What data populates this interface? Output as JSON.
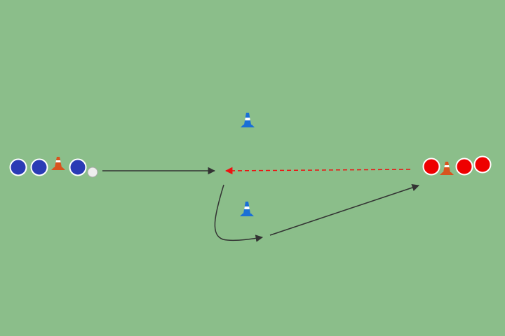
{
  "diagram": {
    "background_color": "#8bbe8a",
    "players": [
      {
        "team": "blue",
        "color": "#2a3bb5"
      },
      {
        "team": "blue",
        "color": "#2a3bb5"
      },
      {
        "team": "blue",
        "color": "#2a3bb5"
      },
      {
        "team": "red",
        "color": "#ee0000"
      },
      {
        "team": "red",
        "color": "#ee0000"
      },
      {
        "team": "red",
        "color": "#ee0000"
      }
    ],
    "ball": {
      "color": "#eeeeee"
    },
    "cones": [
      {
        "color": "orange",
        "fill": "#d9531e"
      },
      {
        "color": "orange",
        "fill": "#d9531e"
      },
      {
        "color": "blue",
        "fill": "#1a6fd6"
      },
      {
        "color": "blue",
        "fill": "#1a6fd6"
      }
    ],
    "movements": [
      {
        "type": "pass",
        "style": "solid",
        "color": "#333333"
      },
      {
        "type": "run",
        "style": "solid",
        "color": "#333333"
      },
      {
        "type": "pass",
        "style": "solid",
        "color": "#333333"
      },
      {
        "type": "pass",
        "style": "dashed",
        "color": "#ee1111"
      }
    ]
  }
}
